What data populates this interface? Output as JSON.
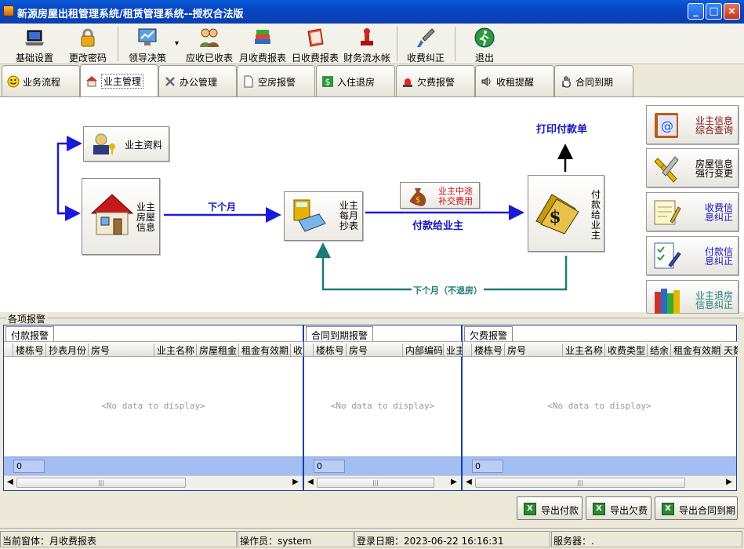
{
  "window": {
    "title": "新源房屋出租管理系统/租赁管理系统--授权合法版",
    "min_label": "_",
    "max_label": "□",
    "close_label": "×"
  },
  "toolbar": {
    "items": [
      {
        "label": "基础设置",
        "icon": "laptop-icon"
      },
      {
        "label": "更改密码",
        "icon": "lock-icon"
      },
      {
        "label": "领导决策",
        "icon": "monitor-chart-icon"
      },
      {
        "label": "应收已收表",
        "icon": "people-icon"
      },
      {
        "label": "月收费报表",
        "icon": "books-icon"
      },
      {
        "label": "日收费报表",
        "icon": "notebook-icon"
      },
      {
        "label": "财务流水帐",
        "icon": "stamp-icon"
      },
      {
        "label": "收费纠正",
        "icon": "brush-icon"
      },
      {
        "label": "退出",
        "icon": "exit-icon"
      }
    ],
    "dropdown_arrow": "▾"
  },
  "tabs": [
    {
      "label": "业务流程",
      "icon": "smiley-icon"
    },
    {
      "label": "业主管理",
      "icon": "house-icon",
      "active": true
    },
    {
      "label": "办公管理",
      "icon": "tools-icon"
    },
    {
      "label": "空房报警",
      "icon": "document-icon"
    },
    {
      "label": "入住退房",
      "icon": "dollar-icon"
    },
    {
      "label": "欠费报警",
      "icon": "alarm-light-icon"
    },
    {
      "label": "收租提醒",
      "icon": "speaker-icon"
    },
    {
      "label": "合同到期",
      "icon": "hand-icon"
    }
  ],
  "flow": {
    "owner_info": "业主资料",
    "house_info": "业主\n房屋\n信息",
    "next_month": "下个月",
    "monthly_reading": "业主\n每月\n抄表",
    "mid_fee": "业主中途\n补交费用",
    "pay_owner_arrow": "付款给业主",
    "pay_owner_node": "付\n款\n给\n业\n主",
    "print_slip": "打印付款单",
    "next_month_no_checkout": "下个月（不退房）"
  },
  "side_buttons": [
    {
      "label": "业主信息\n综合查询",
      "icon": "email-book-icon"
    },
    {
      "label": "房屋信息\n强行变更",
      "icon": "wrench-icon"
    },
    {
      "label": "收费信\n息纠正",
      "icon": "notepad-pencil-icon"
    },
    {
      "label": "付款信\n息纠正",
      "icon": "checklist-icon"
    },
    {
      "label": "业主退房\n信息纠正",
      "icon": "books-stack-icon"
    }
  ],
  "alarms": {
    "group_title": "各项报警",
    "no_data": "<No data to display>",
    "panels": [
      {
        "tab": "付款报警",
        "columns": [
          "楼栋号",
          "抄表月份",
          "房号",
          "业主名称",
          "房屋租金",
          "租金有效期",
          "收"
        ],
        "count": "0"
      },
      {
        "tab": "合同到期报警",
        "columns": [
          "楼栋号",
          "房号",
          "内部编码",
          "业主"
        ],
        "count": "0"
      },
      {
        "tab": "欠费报警",
        "columns": [
          "楼栋号",
          "房号",
          "业主名称",
          "收费类型",
          "结余",
          "租金有效期",
          "天数"
        ],
        "count": "0"
      }
    ]
  },
  "export": {
    "pay": "导出付款",
    "arrears": "导出欠费",
    "contract": "导出合同到期"
  },
  "status": {
    "current_window": "当前窗体：月收费报表",
    "operator": "操作员：system",
    "login_date": "登录日期：2023-06-22 16:16:31",
    "server": "服务器：."
  },
  "colors": {
    "arrow_blue": "#1a1ad8",
    "arrow_teal": "#1e7b73",
    "label_blue": "#1515b8",
    "side_label": "#7a1010"
  }
}
